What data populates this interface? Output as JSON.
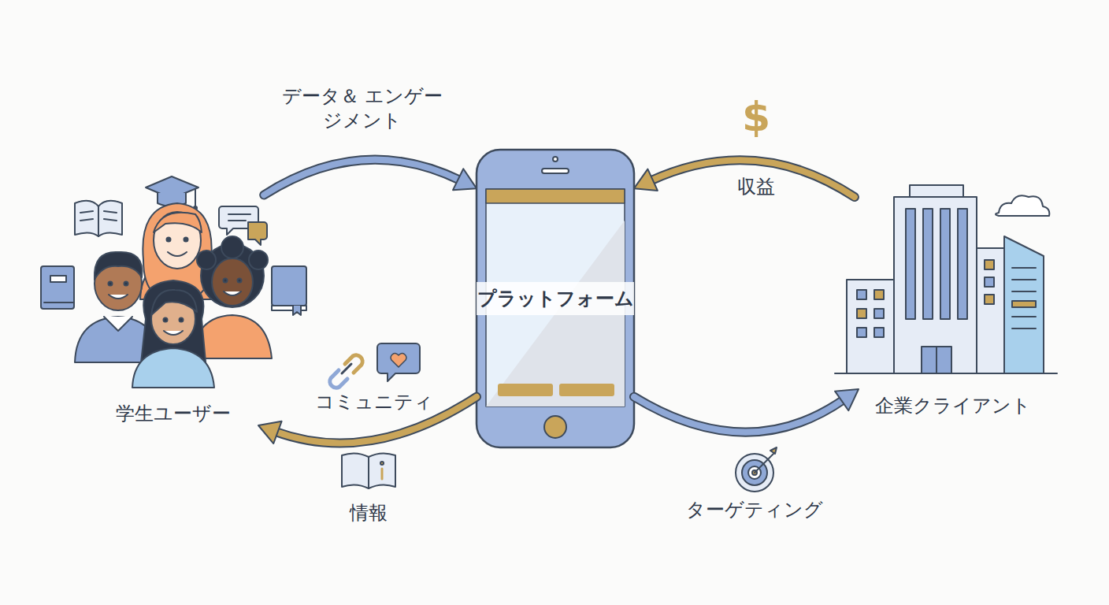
{
  "diagram": {
    "nodes": [
      {
        "text": [
          "学生ユーザー"
        ]
      },
      {
        "text": [
          "プラットフォーム"
        ]
      },
      {
        "text": [
          "企業クライアント"
        ]
      }
    ],
    "edges": [
      {
        "from": 0,
        "to": 1,
        "arrow": "to",
        "label": "データ＆ エンゲージメント"
      },
      {
        "from": 1,
        "to": 0,
        "arrow": "to",
        "label": "コミュニティ"
      },
      {
        "from": 2,
        "to": 1,
        "arrow": "to",
        "label": "収益"
      },
      {
        "from": 1,
        "to": 2,
        "arrow": "to",
        "label": "ターゲティング"
      }
    ],
    "labels": [
      "$",
      "情報"
    ]
  }
}
